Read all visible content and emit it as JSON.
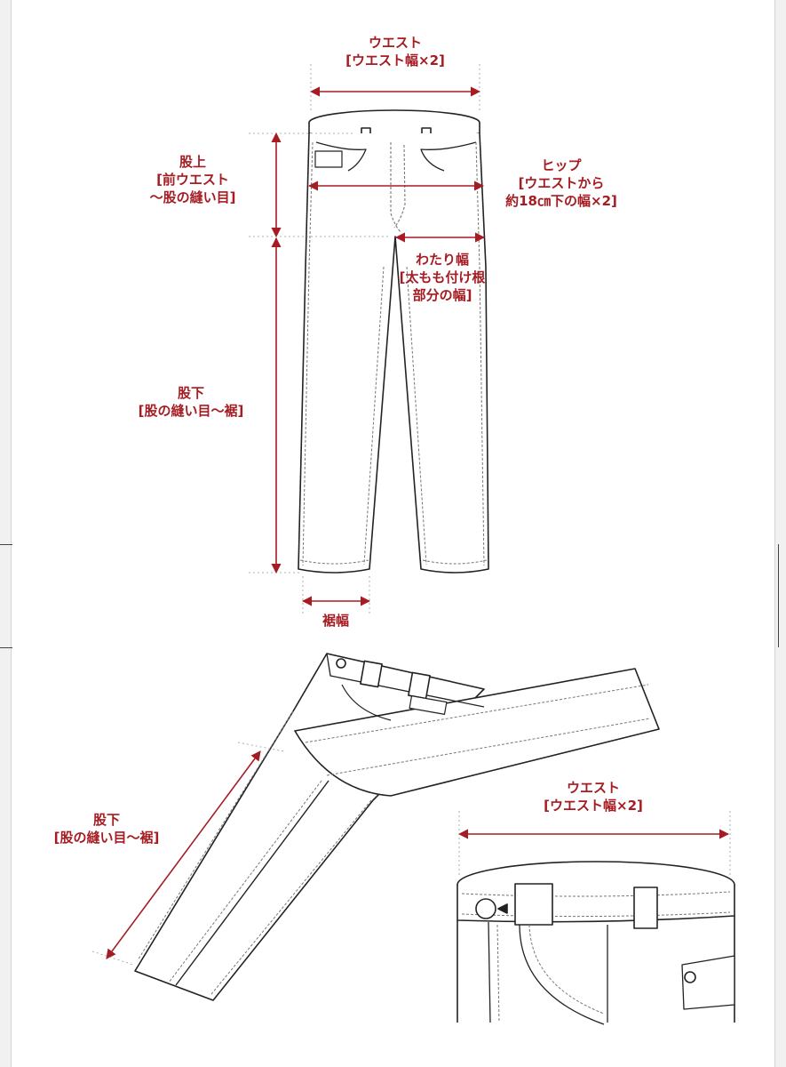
{
  "colors": {
    "measure": "#a51c22",
    "outline": "#222222",
    "stitch": "#777777",
    "background": "#ffffff"
  },
  "labels": {
    "waist_top": {
      "line1": "ウエスト",
      "line2": "[ウエスト幅×2]"
    },
    "rise": {
      "line1": "股上",
      "line2": "[前ウエスト",
      "line3": "〜股の縫い目]"
    },
    "hip": {
      "line1": "ヒップ",
      "line2": "[ウエストから",
      "line3": "約18㎝下の幅×2]"
    },
    "thigh": {
      "line1": "わたり幅",
      "line2": "[太もも付け根",
      "line3": "部分の幅]"
    },
    "inseam_top": {
      "line1": "股下",
      "line2": "[股の縫い目〜裾]"
    },
    "hem": {
      "line1": "裾幅"
    },
    "inseam_bottom": {
      "line1": "股下",
      "line2": "[股の縫い目〜裾]"
    },
    "waist_bottom": {
      "line1": "ウエスト",
      "line2": "[ウエスト幅×2]"
    }
  }
}
